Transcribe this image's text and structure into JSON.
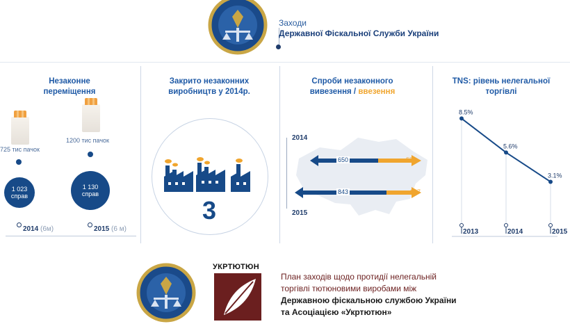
{
  "header": {
    "line1": "Заходи",
    "line2": "Державної Фіскальної Служби України"
  },
  "sections": {
    "movements": {
      "title": "Незаконне переміщення",
      "items": [
        {
          "packs": "725 тис пачок",
          "cases": "1 023",
          "cases_unit": "справ",
          "year": "2014",
          "note": "(6м)"
        },
        {
          "packs": "1200 тис пачок",
          "cases": "1 130",
          "cases_unit": "справ",
          "year": "2015",
          "note": "(6 м)"
        }
      ]
    },
    "factories": {
      "title": "Закрито незаконних виробництв у 2014р.",
      "count": "3"
    },
    "attempts": {
      "title_main": "Спроби незаконного вивезення /",
      "title_accent": "ввезення",
      "rows": [
        {
          "year": "2014",
          "export": "650",
          "import": "571"
        },
        {
          "year": "2015",
          "export": "843",
          "import": "337"
        }
      ]
    },
    "tns": {
      "title": "TNS: рівень нелегальної торгівлі"
    }
  },
  "chart_data": {
    "type": "line",
    "title": "TNS: рівень нелегальної торгівлі",
    "x": [
      "2013",
      "2014",
      "2015"
    ],
    "series": [
      {
        "values": [
          8.5,
          5.6,
          3.1
        ]
      }
    ],
    "value_labels": [
      "8.5%",
      "5.6%",
      "3.1%"
    ]
  },
  "footer": {
    "brand": "УКРТЮТЮН",
    "line1": "План заходів щодо протидії нелегальній",
    "line2": "торгівлі тютюновими виробами між",
    "line3": "Державною фіскальною службою України",
    "line4": "та Асоціацією «Укртютюн»"
  },
  "colors": {
    "navy": "#174a88",
    "orange": "#f0a52e",
    "brand": "#6b1f1f"
  }
}
